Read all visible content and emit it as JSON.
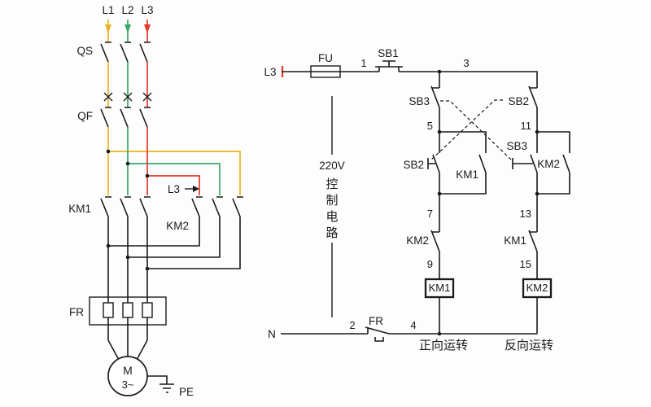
{
  "colors": {
    "phase_l1": "#e9b320",
    "phase_l2": "#3aa865",
    "phase_l3": "#e23b28",
    "wire": "#1a1a1a",
    "background": "#fdfdfd"
  },
  "power": {
    "phase_labels": [
      "L1",
      "L2",
      "L3"
    ],
    "disconnect_label": "QS",
    "breaker_label": "QF",
    "km1_label": "KM1",
    "km2_label": "KM2",
    "l3_tap_label": "L3",
    "thermal_label": "FR",
    "motor_label": "M",
    "motor_type_label": "3~",
    "ground_label": "PE"
  },
  "control": {
    "source_label": "L3",
    "fuse_label": "FU",
    "stop_label": "SB1",
    "node_1": "1",
    "node_3": "3",
    "node_2": "2",
    "node_4": "4",
    "voltage_label": "220V",
    "name_label": "控制电路",
    "name_chars": [
      "控",
      "制",
      "电",
      "路"
    ],
    "neutral_label": "N",
    "fr_label": "FR",
    "forward_caption": "正向运转",
    "reverse_caption": "反向运转",
    "left": {
      "top_button": "SB3",
      "node_a": "5",
      "start_button": "SB2",
      "latch": "KM1",
      "node_b": "7",
      "interlock": "KM2",
      "node_c": "9",
      "coil": "KM1"
    },
    "right": {
      "top_button": "SB2",
      "node_a": "11",
      "start_button": "SB3",
      "latch": "KM2",
      "node_b": "13",
      "interlock": "KM1",
      "node_c": "15",
      "coil": "KM2"
    }
  }
}
